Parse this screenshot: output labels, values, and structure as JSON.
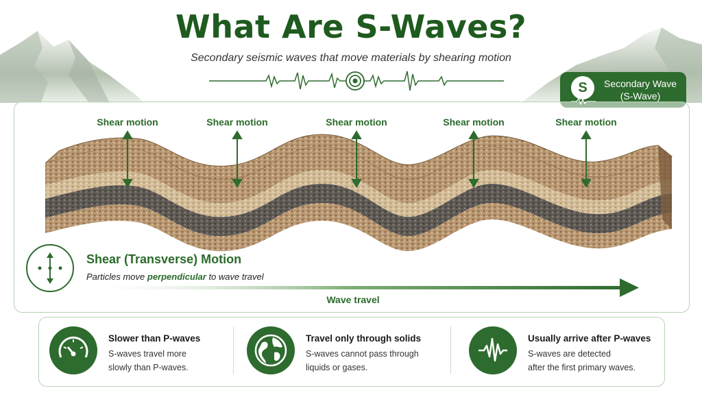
{
  "title": "What Are S-Waves?",
  "subtitle": "Secondary seismic waves that move materials by shearing motion",
  "badge": {
    "letter": "S",
    "line1": "Secondary Wave",
    "line2": "(S-Wave)"
  },
  "shear_labels": [
    "Shear motion",
    "Shear motion",
    "Shear motion",
    "Shear motion",
    "Shear motion"
  ],
  "shear_transverse": {
    "title": "Shear (Transverse) Motion",
    "desc_before": "Particles move ",
    "desc_emph": "perpendicular",
    "desc_after": " to wave travel"
  },
  "wave_travel_label": "Wave travel",
  "facts": [
    {
      "icon": "speedometer-icon",
      "title": "Slower than P-waves",
      "line1": "S-waves travel more",
      "line2": "slowly than P-waves."
    },
    {
      "icon": "globe-icon",
      "title": "Travel only through solids",
      "line1": "S-waves cannot pass through",
      "line2": "liquids or gases."
    },
    {
      "icon": "seismogram-icon",
      "title": "Usually arrive after P-waves",
      "line1": "S-waves are detected",
      "line2": "after the first primary waves."
    }
  ],
  "colors": {
    "accent": "#2e6b2e",
    "soil_light": "#c8ab86",
    "soil_dark": "#5a5650",
    "soil_mid": "#8b6a48"
  }
}
